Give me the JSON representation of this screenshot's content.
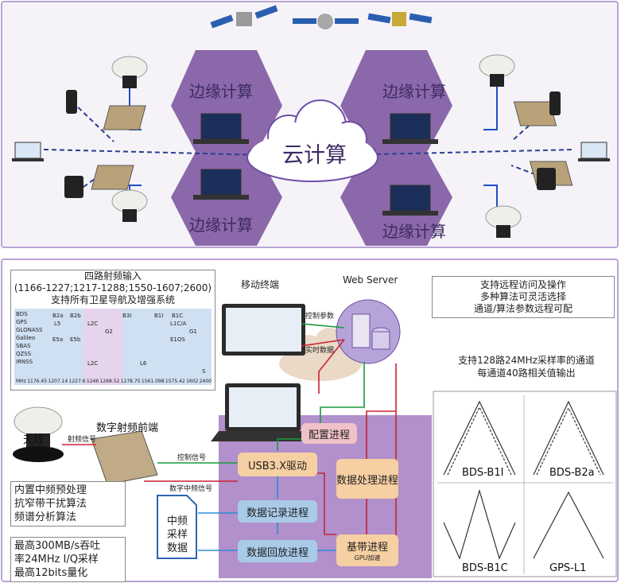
{
  "top": {
    "cloud_label": "云计算",
    "edge_labels": [
      "边缘计算",
      "边缘计算",
      "边缘计算",
      "边缘计算"
    ]
  },
  "bottom": {
    "rf_box": {
      "title": "四路射频输入",
      "ranges": "(1166-1227;1217-1288;1550-1607;2600)",
      "subtitle": "支持所有卫星导航及增强系统",
      "systems": [
        "BDS",
        "GPS",
        "GLONASS",
        "Galileo",
        "SBAS",
        "QZSS",
        "IRNSS"
      ],
      "bands": [
        "B2a",
        "B2b",
        "L5",
        "L2C",
        "B3I",
        "B1I",
        "B1C",
        "L1C/A",
        "G2",
        "G1",
        "E5a",
        "E5b",
        "E1OS",
        "L2C",
        "L6",
        "S"
      ],
      "freq_unit": "MHz",
      "freqs": [
        "1176.45",
        "1207.14",
        "1227.6",
        "1246",
        "1268.52",
        "1278.75",
        "1561.098",
        "1575.42",
        "1602",
        "2400"
      ]
    },
    "mobile_label": "移动终端",
    "web_server_label": "Web Server",
    "control_param": "控制参数",
    "realtime_data": "实时数据",
    "remote_box": [
      "支持远程访问及操作",
      "多种算法可灵活选择",
      "通道/算法参数远程可配"
    ],
    "channel_text": [
      "支持128路24MHz采样率的通道",
      "每通道40路相关值输出"
    ],
    "plots": [
      "BDS-B1I",
      "BDS-B2a",
      "BDS-B1C",
      "GPS-L1"
    ],
    "antenna_label": "天线",
    "frontend_label": "数字射频前端",
    "rf_signal": "射频信号",
    "control_signal": "控制信号",
    "digital_if_signal": "数字中频信号",
    "frontend_features": [
      "内置中频预处理",
      "抗窄带干扰算法",
      "频谱分析算法"
    ],
    "specs": [
      "最高300MB/s吞吐",
      "率24MHz I/Q采样",
      "最高12bits量化"
    ],
    "if_file": [
      "中频",
      "采样",
      "数据"
    ],
    "processes": {
      "config": "配置进程",
      "usb": "USB3.X驱动",
      "record": "数据记录进程",
      "playback": "数据回放进程",
      "data_proc": "数据处理进程",
      "baseband": "基带进程",
      "gpu": "GPU加速"
    }
  }
}
